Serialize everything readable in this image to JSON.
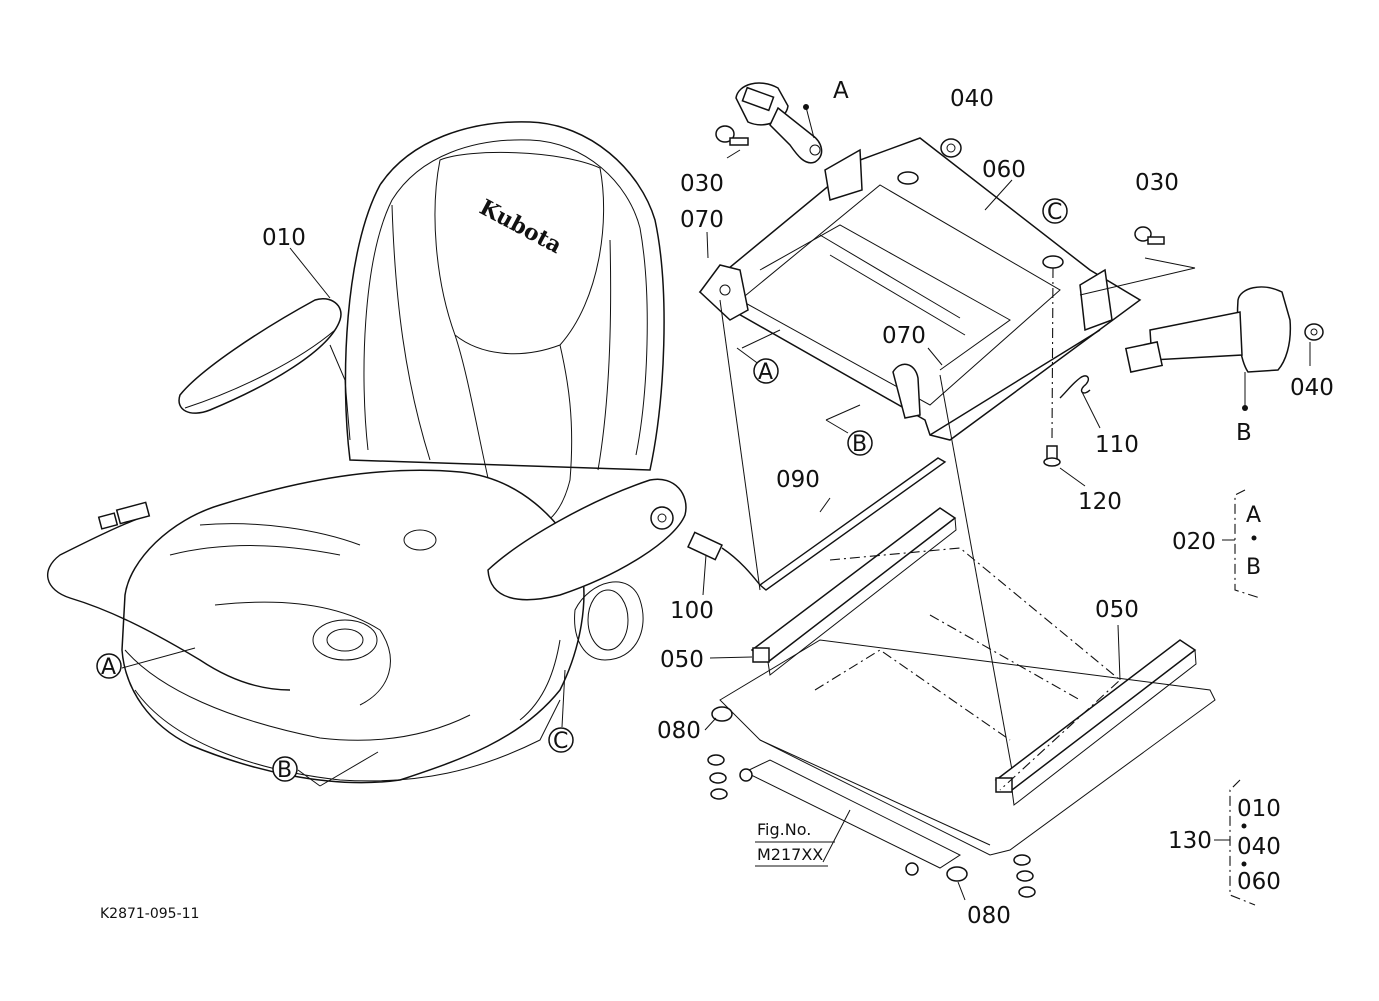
{
  "parts": {
    "p010": "010",
    "p020": "020",
    "p030a": "030",
    "p030b": "030",
    "p040a": "040",
    "p040b": "040",
    "p050a": "050",
    "p050b": "050",
    "p060": "060",
    "p070a": "070",
    "p070b": "070",
    "p080a": "080",
    "p080b": "080",
    "p090": "090",
    "p100": "100",
    "p110": "110",
    "p120": "120",
    "p130": "130"
  },
  "refs": {
    "A": "A",
    "B": "B",
    "C": "C"
  },
  "group_020": {
    "top": "A",
    "bottom": "B"
  },
  "group_130": {
    "first": "010",
    "second": "040",
    "third": "060"
  },
  "fig_ref": {
    "line1": "Fig.No.",
    "line2": "M217XX"
  },
  "brand_logo": "Kubota",
  "drawing_id": "K2871-095-11"
}
